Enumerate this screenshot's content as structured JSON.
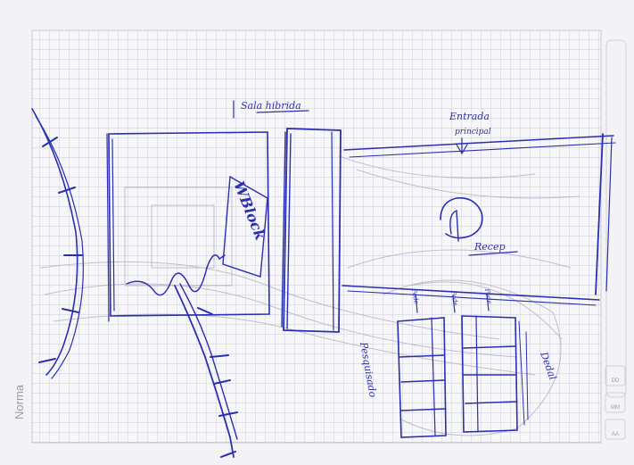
{
  "sketch": {
    "labels": {
      "top_center": "Sala hibrida",
      "top_right_line1": "Entrada",
      "top_right_line2": "principal",
      "block": "WBlock",
      "reception": "Recep",
      "lower_left_vertical": "Pesquisado",
      "lower_right_vertical": "Dedal",
      "small_label_1": "Fede",
      "small_label_2": "Fede",
      "small_label_3": "Fede"
    }
  },
  "notebook": {
    "brand": "Norma",
    "corner_marks": [
      "DD",
      "MM",
      "AA"
    ]
  },
  "colors": {
    "paper": "#f5f5f8",
    "grid": "#b9bdd0",
    "ink": "#2a2fb0",
    "pencil": "#b8b4c6"
  }
}
